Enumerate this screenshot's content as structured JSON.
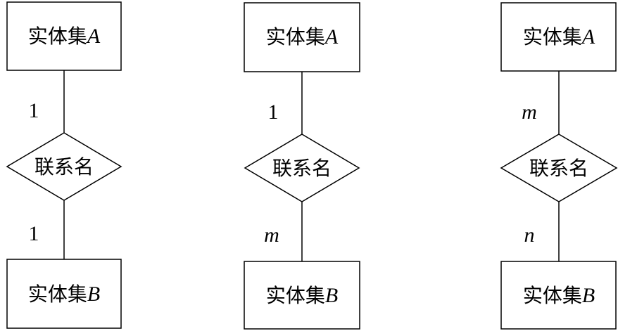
{
  "diagrams": [
    {
      "entity_a": {
        "prefix": "实体集",
        "suffix": "A"
      },
      "relationship": "联系名",
      "entity_b": {
        "prefix": "实体集",
        "suffix": "B"
      },
      "card_top": "1",
      "card_bottom": "1",
      "card_top_italic": false,
      "card_bottom_italic": false
    },
    {
      "entity_a": {
        "prefix": "实体集",
        "suffix": "A"
      },
      "relationship": "联系名",
      "entity_b": {
        "prefix": "实体集",
        "suffix": "B"
      },
      "card_top": "1",
      "card_bottom": "m",
      "card_top_italic": false,
      "card_bottom_italic": true
    },
    {
      "entity_a": {
        "prefix": "实体集",
        "suffix": "A"
      },
      "relationship": "联系名",
      "entity_b": {
        "prefix": "实体集",
        "suffix": "B"
      },
      "card_top": "m",
      "card_bottom": "n",
      "card_top_italic": true,
      "card_bottom_italic": true
    }
  ]
}
